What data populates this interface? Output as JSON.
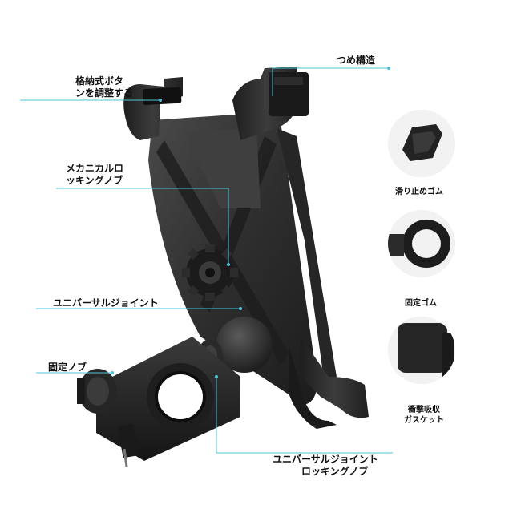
{
  "labels": {
    "button_line1": "格納式ボタ",
    "button_line2": "ンを調整する",
    "claw": "つめ構造",
    "mech_line1": "メカニカルロ",
    "mech_line2": "ッキングノブ",
    "universal_joint": "ユニバーサルジョイント",
    "fixed_knob": "固定ノブ",
    "uj_lock_line1": "ユニバーサルジョイント",
    "uj_lock_line2": "ロッキングノブ"
  },
  "callouts": {
    "nonslip": "滑り止めゴム",
    "fixed_rubber": "固定ゴム",
    "shock_line1": "衝撃吸収",
    "shock_line2": "ガスケット"
  },
  "colors": {
    "leader": "#4ec3d8",
    "body_dark": "#2b2b2b",
    "body_mid": "#3a3a3a",
    "background": "#ffffff"
  }
}
